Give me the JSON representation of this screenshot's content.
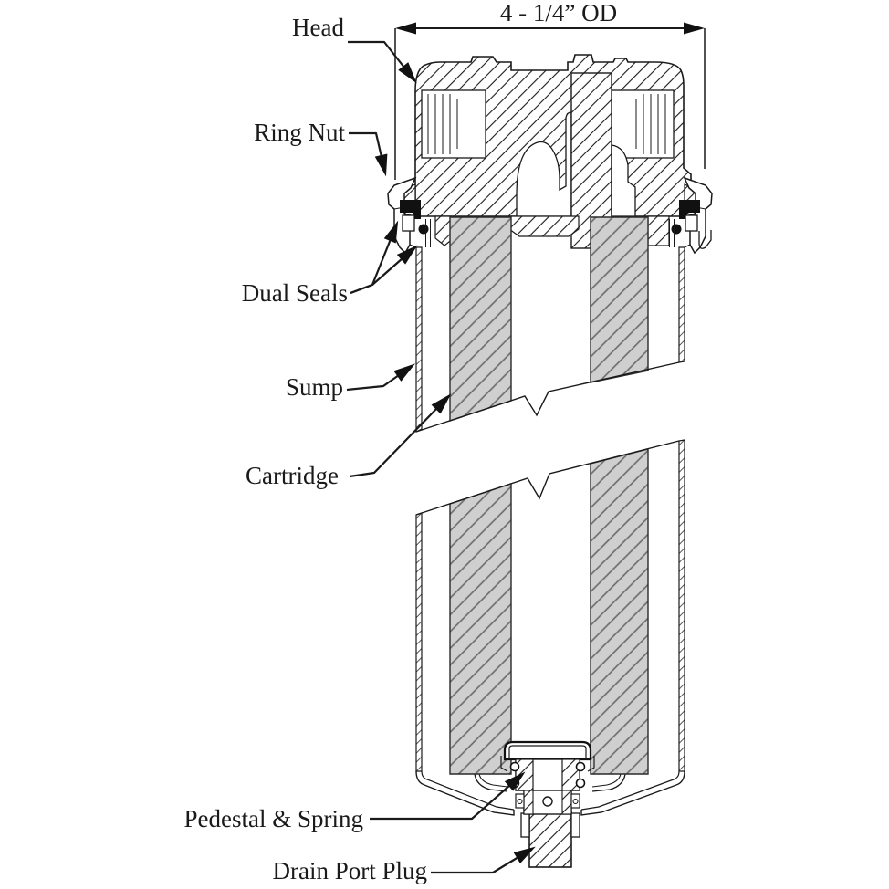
{
  "diagram": {
    "dimension_label": "4 - 1/4” OD",
    "labels": {
      "head": "Head",
      "ring_nut": "Ring Nut",
      "dual_seals": "Dual Seals",
      "sump": "Sump",
      "cartridge": "Cartridge",
      "pedestal_spring": "Pedestal & Spring",
      "drain_port_plug": "Drain Port Plug"
    },
    "colors": {
      "line": "#1a1a1a",
      "cartridge_fill": "#cfcfcf",
      "cartridge_hatch": "#6a6a6a",
      "seal": "#111111",
      "background": "#ffffff"
    }
  }
}
